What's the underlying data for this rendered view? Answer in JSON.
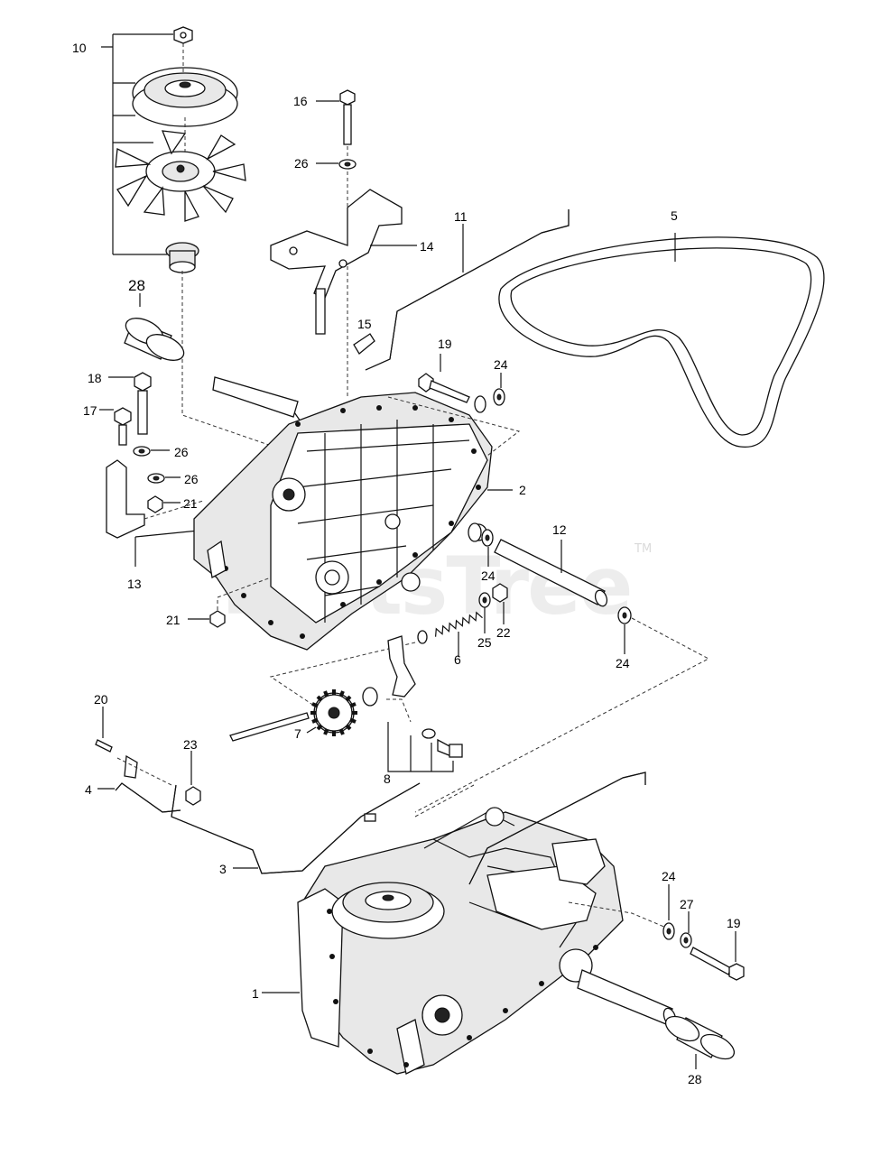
{
  "watermark": {
    "text": "PartsTree",
    "tm": "TM"
  },
  "callouts": [
    {
      "id": "c10",
      "label": "10",
      "size": "normal"
    },
    {
      "id": "c16",
      "label": "16",
      "size": "normal"
    },
    {
      "id": "c26a",
      "label": "26",
      "size": "normal"
    },
    {
      "id": "c5",
      "label": "5",
      "size": "normal"
    },
    {
      "id": "c14",
      "label": "14",
      "size": "normal"
    },
    {
      "id": "c11",
      "label": "11",
      "size": "normal"
    },
    {
      "id": "c28a",
      "label": "28",
      "size": "big"
    },
    {
      "id": "c15",
      "label": "15",
      "size": "normal"
    },
    {
      "id": "c19a",
      "label": "19",
      "size": "normal"
    },
    {
      "id": "c24a",
      "label": "24",
      "size": "normal"
    },
    {
      "id": "c18",
      "label": "18",
      "size": "normal"
    },
    {
      "id": "c17",
      "label": "17",
      "size": "normal"
    },
    {
      "id": "c26b",
      "label": "26",
      "size": "normal"
    },
    {
      "id": "c26c",
      "label": "26",
      "size": "normal"
    },
    {
      "id": "c21a",
      "label": "21",
      "size": "normal"
    },
    {
      "id": "c2",
      "label": "2",
      "size": "normal"
    },
    {
      "id": "c13",
      "label": "13",
      "size": "normal"
    },
    {
      "id": "c12",
      "label": "12",
      "size": "normal"
    },
    {
      "id": "c24b",
      "label": "24",
      "size": "normal"
    },
    {
      "id": "c21b",
      "label": "21",
      "size": "normal"
    },
    {
      "id": "c25",
      "label": "25",
      "size": "normal"
    },
    {
      "id": "c22",
      "label": "22",
      "size": "normal"
    },
    {
      "id": "c6",
      "label": "6",
      "size": "normal"
    },
    {
      "id": "c24c",
      "label": "24",
      "size": "normal"
    },
    {
      "id": "c20",
      "label": "20",
      "size": "normal"
    },
    {
      "id": "c7",
      "label": "7",
      "size": "normal"
    },
    {
      "id": "c23",
      "label": "23",
      "size": "normal"
    },
    {
      "id": "c4",
      "label": "4",
      "size": "normal"
    },
    {
      "id": "c8",
      "label": "8",
      "size": "normal"
    },
    {
      "id": "c3",
      "label": "3",
      "size": "normal"
    },
    {
      "id": "c24d",
      "label": "24",
      "size": "normal"
    },
    {
      "id": "c27",
      "label": "27",
      "size": "normal"
    },
    {
      "id": "c19b",
      "label": "19",
      "size": "normal"
    },
    {
      "id": "c1",
      "label": "1",
      "size": "normal"
    },
    {
      "id": "c28b",
      "label": "28",
      "size": "normal"
    }
  ]
}
